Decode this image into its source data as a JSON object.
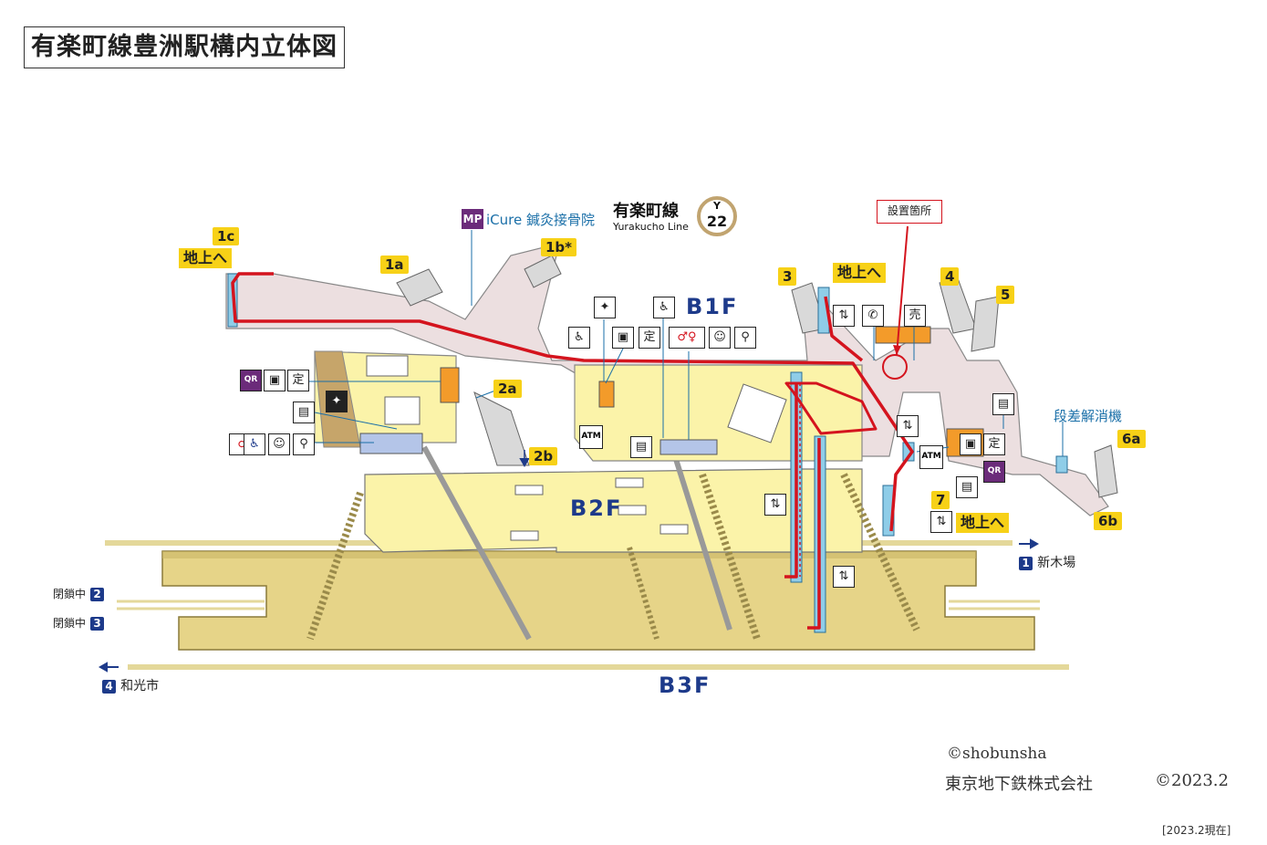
{
  "title": "有楽町線豊洲駅構内立体図",
  "line": {
    "name_jp": "有楽町線",
    "name_en": "Yurakucho Line",
    "code_letter": "Y",
    "code_number": "22",
    "color": "#c1a470"
  },
  "floors": {
    "b1f": "B1F",
    "b2f": "B2F",
    "b3f": "B3F"
  },
  "exits": {
    "e1c": "1c",
    "e1a": "1a",
    "e1b": "1b*",
    "e2a": "2a",
    "e2b": "2b",
    "e3": "3",
    "e4": "4",
    "e5": "5",
    "e6a": "6a",
    "e6b": "6b",
    "e7": "7"
  },
  "labels": {
    "to_ground_1": "地上へ",
    "to_ground_2": "地上へ",
    "to_ground_3": "地上へ",
    "install_location": "設置箇所",
    "shop_badge": "MP",
    "shop_name": "iCure 鍼灸接骨院",
    "step_free": "段差解消機",
    "atm_1": "ATM",
    "atm_2": "ATM"
  },
  "directions": {
    "d1_num": "1",
    "d1_name": "新木場",
    "d2_num": "2",
    "d2_name": "閉鎖中",
    "d3_num": "3",
    "d3_name": "閉鎖中",
    "d4_num": "4",
    "d4_name": "和光市"
  },
  "icons": {
    "qr": "QR",
    "ticket_machine": "定",
    "toilet": "toilet-icon",
    "wheelchair": "wheelchair-icon",
    "baby": "baby-icon",
    "elevator": "elevator-icon",
    "phone": "phone-icon",
    "shop": "売"
  },
  "credits": {
    "shobunsha": "©shobunsha",
    "company": "東京地下鉄株式会社",
    "year": "©2023.2",
    "as_of": "[2023.2現在]"
  },
  "colors": {
    "route_red": "#d4141e",
    "floor_b1": "#ecdfe0",
    "concourse": "#fbf3a9",
    "platform": "#e6d488",
    "elevator_blue": "#8fcde8",
    "yellow_tag": "#f7d117",
    "navy": "#1d3a8a"
  }
}
